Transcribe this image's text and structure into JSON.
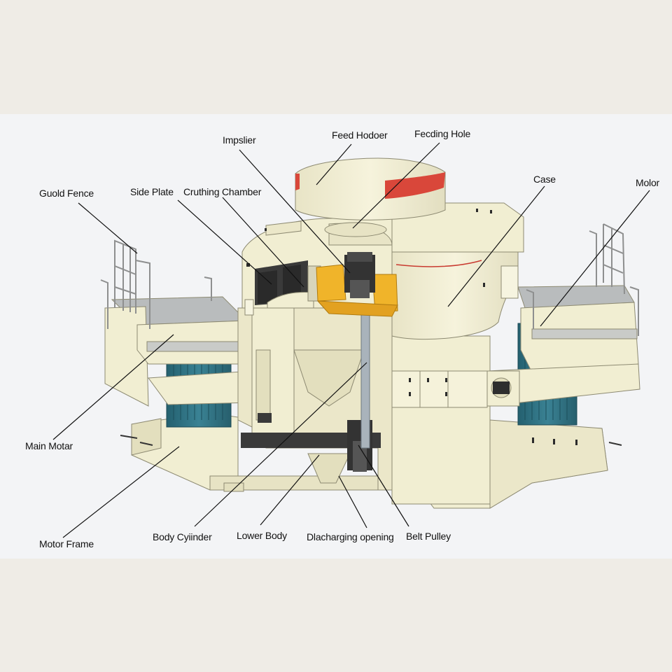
{
  "labels": {
    "impeller": "Impslier",
    "feed_hopper": "Feed Hodoer",
    "feeding_hole": "Fecding Hole",
    "guard_fence": "Guold Fence",
    "side_plate": "Side Plate",
    "crushing_chamber": "Cruthing Chamber",
    "case": "Case",
    "motor": "Molor",
    "main_motor": "Main Motar",
    "motor_frame": "Motor Frame",
    "body_cylinder": "Body Cyiinder",
    "lower_body": "Lower Body",
    "discharging_opening": "Dlacharging opening",
    "belt_pulley": "Belt Pulley"
  },
  "colors": {
    "body": "#f1eed2",
    "body_shade": "#e3dfbe",
    "edge": "#8d8a72",
    "hopper_band": "#d9473a",
    "impeller": "#f0b42a",
    "chamber": "#3a3a3a",
    "motor": "#2f6f80",
    "platform": "#b9bcbd",
    "shaft": "#a9b3bb"
  }
}
